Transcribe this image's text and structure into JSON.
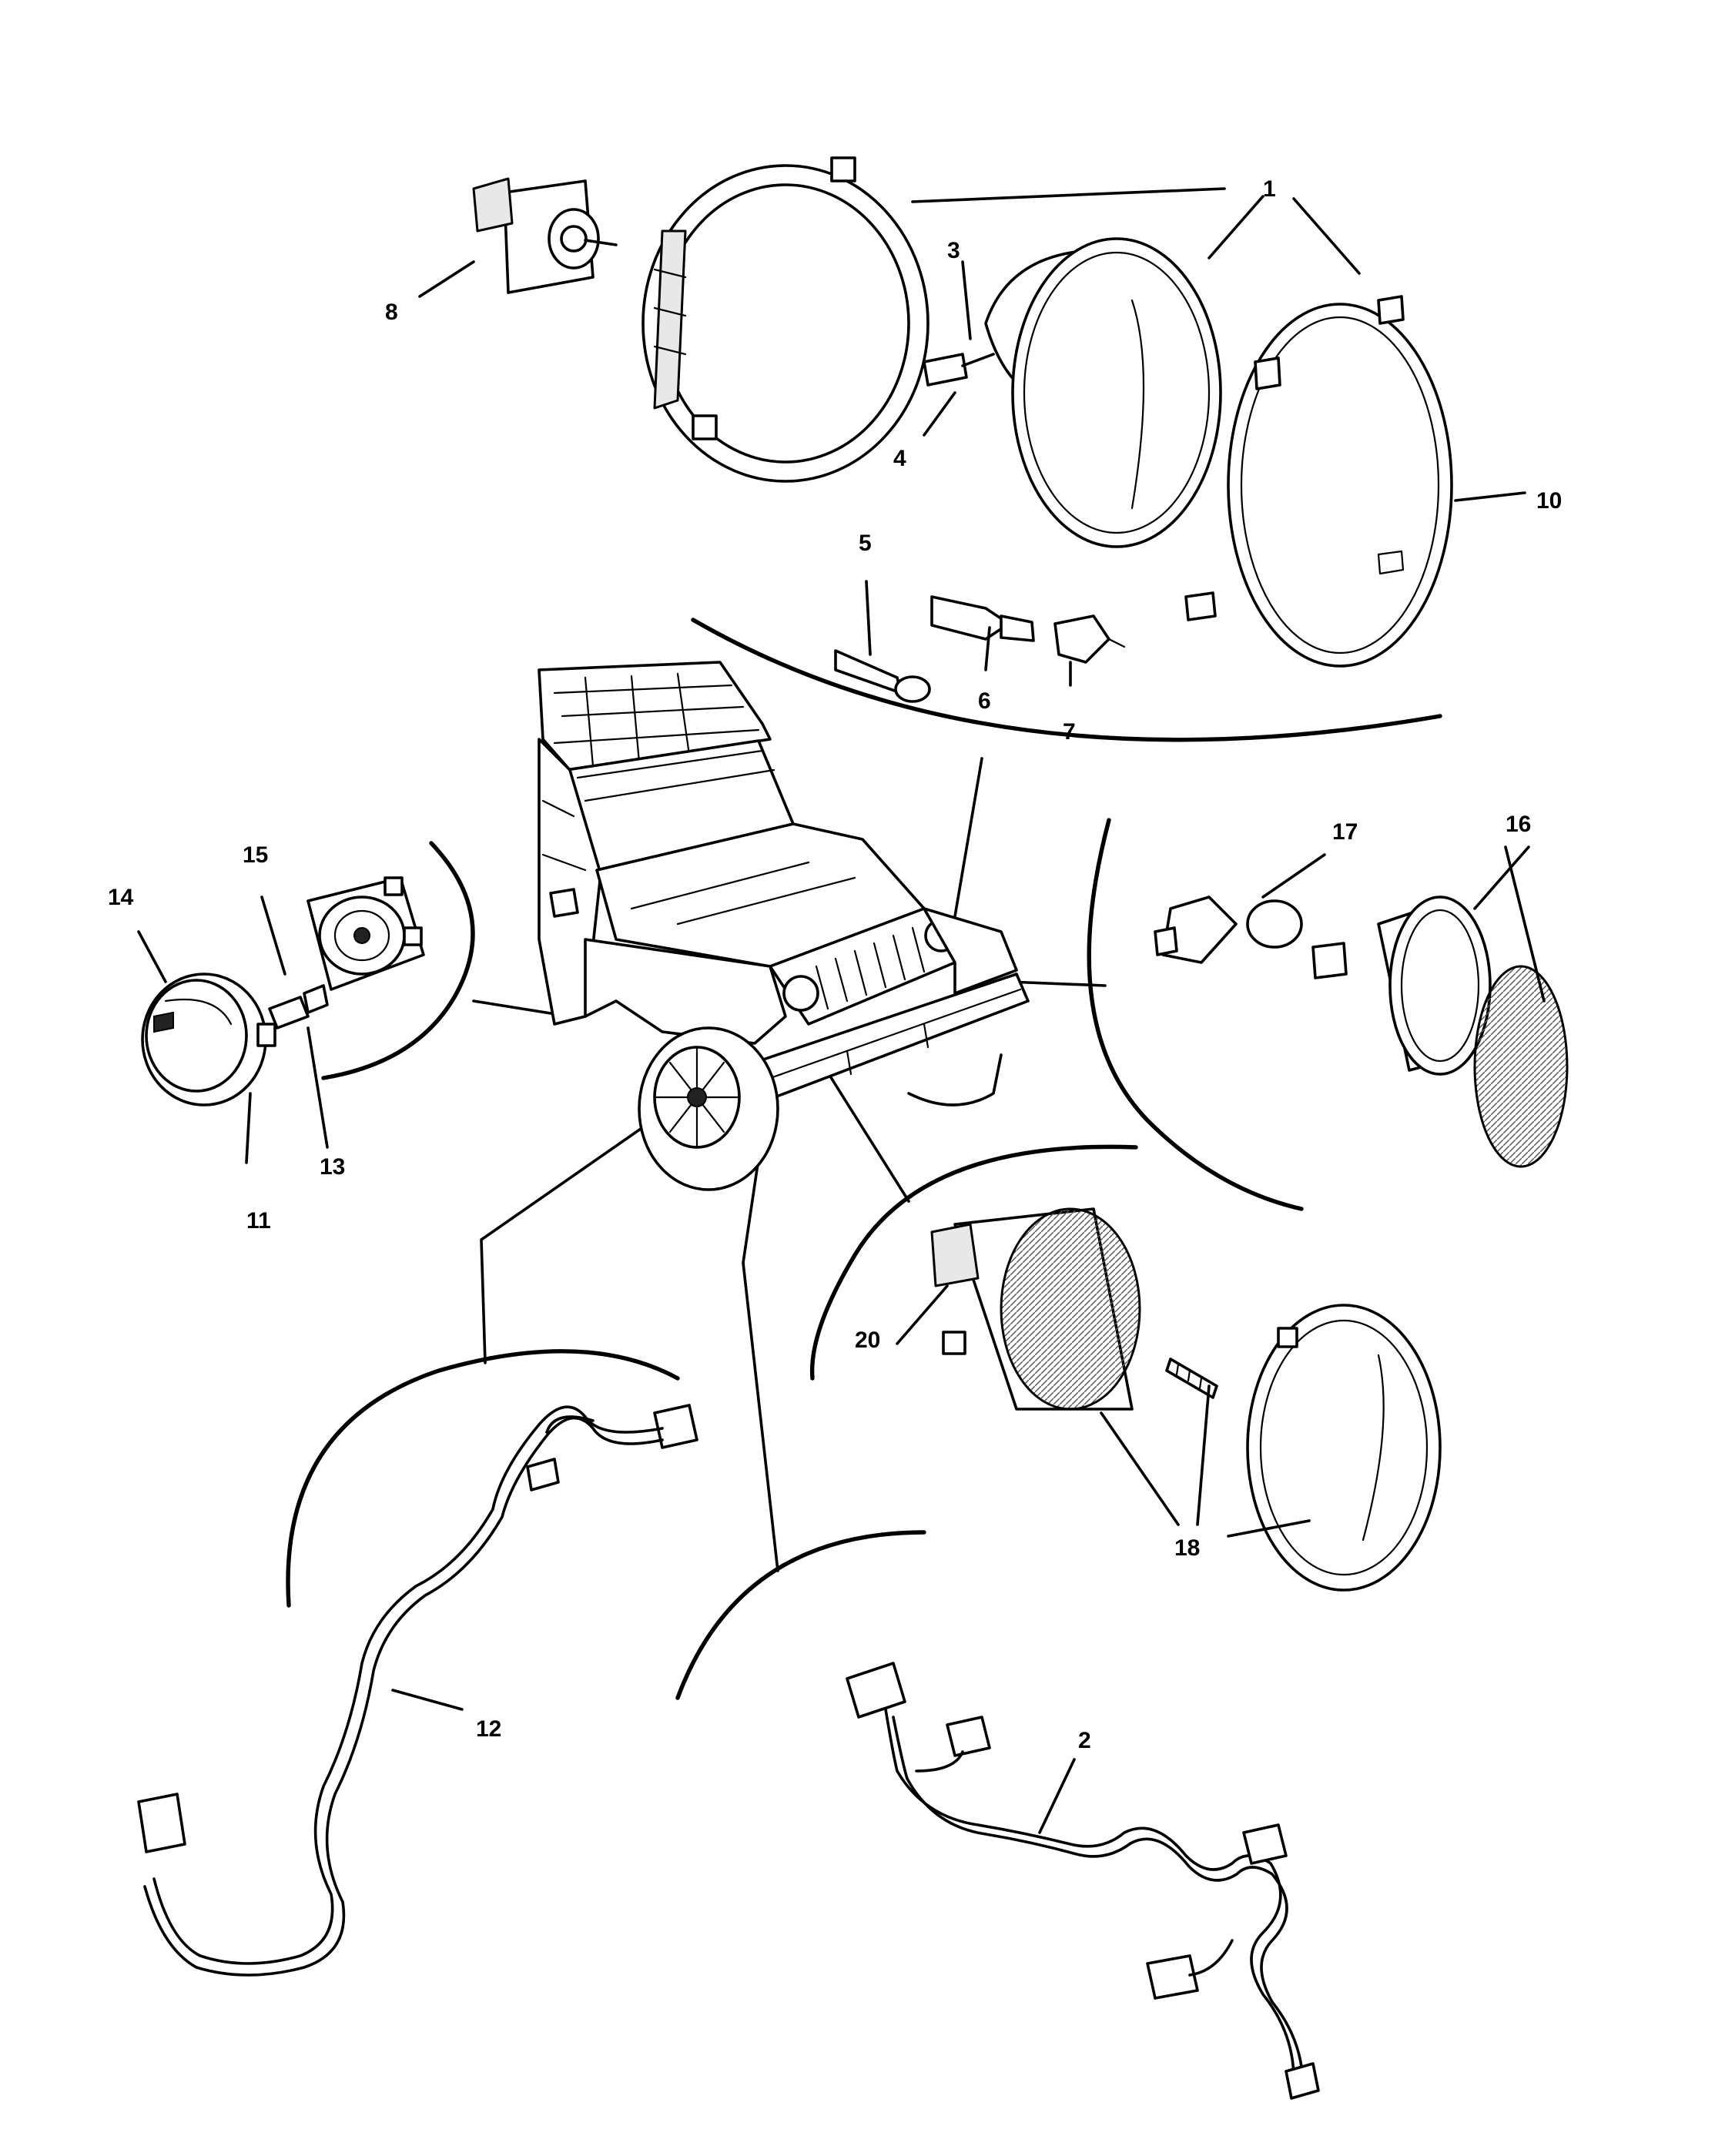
{
  "callouts": {
    "c1": "1",
    "c2": "2",
    "c3": "3",
    "c4": "4",
    "c5": "5",
    "c6": "6",
    "c7": "7",
    "c8": "8",
    "c10": "10",
    "c11": "11",
    "c12": "12",
    "c13": "13",
    "c14": "14",
    "c15": "15",
    "c16": "16",
    "c17": "17",
    "c18": "18",
    "c20": "20"
  },
  "colors": {
    "ink": "#000000",
    "paper": "#ffffff"
  }
}
